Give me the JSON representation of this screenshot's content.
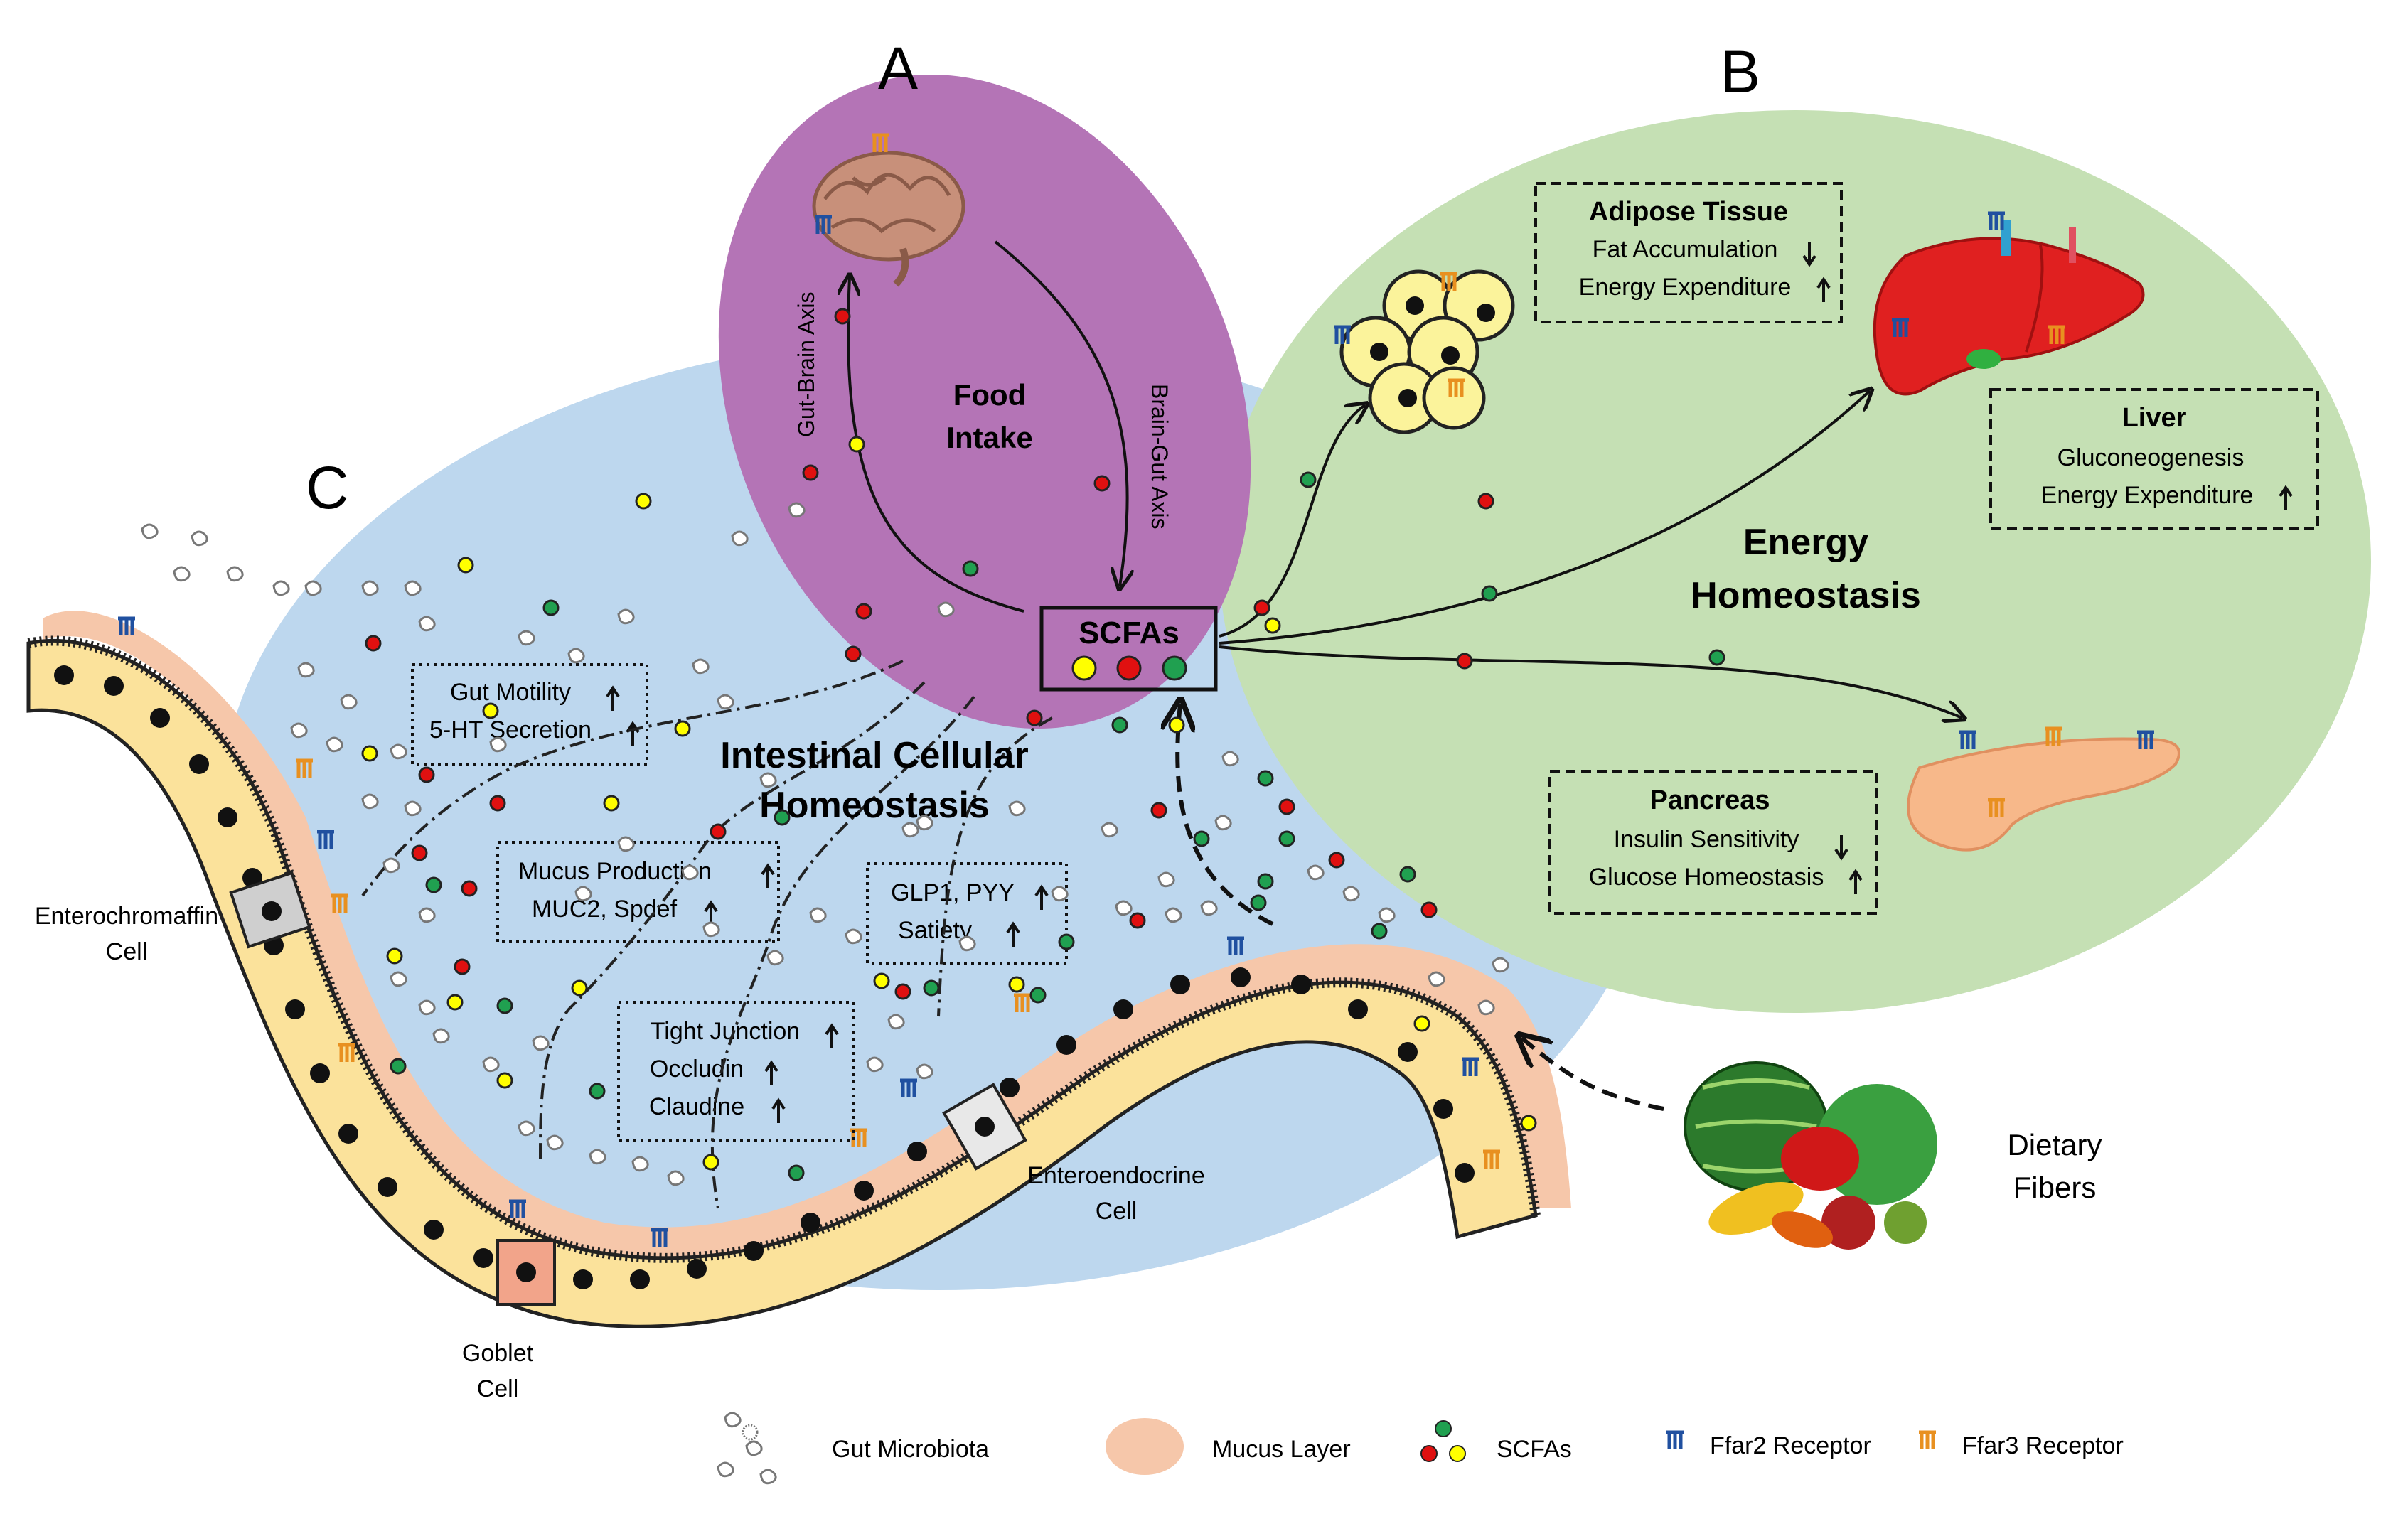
{
  "panels": {
    "a": {
      "letter": "A",
      "title_line1": "Food",
      "title_line2": "Intake",
      "gut_brain_axis": "Gut-Brain Axis",
      "brain_gut_axis": "Brain-Gut Axis"
    },
    "b": {
      "letter": "B",
      "title_line1": "Energy",
      "title_line2": "Homeostasis"
    },
    "c": {
      "letter": "C",
      "title_line1": "Intestinal Cellular",
      "title_line2": "Homeostasis"
    }
  },
  "scfa_box": {
    "label": "SCFAs"
  },
  "organ_boxes": {
    "adipose": {
      "title": "Adipose Tissue",
      "line1": "Fat Accumulation",
      "line2": "Energy Expenditure"
    },
    "liver": {
      "title": "Liver",
      "line1": "Gluconeogenesis",
      "line2": "Energy Expenditure"
    },
    "pancreas": {
      "title": "Pancreas",
      "line1": "Insulin Sensitivity",
      "line2": "Glucose Homeostasis"
    }
  },
  "gut_boxes": {
    "motility": {
      "line1": "Gut Motility",
      "line2": "5-HT Secretion"
    },
    "mucus": {
      "line1": "Mucus Production",
      "line2": "MUC2, Spdef"
    },
    "glp": {
      "line1": "GLP1, PYY",
      "line2": "Satiety"
    },
    "tight": {
      "line1": "Tight Junction",
      "line2": "Occludin",
      "line3": "Claudine"
    }
  },
  "cell_labels": {
    "enterochromaffin_1": "Enterochromaffin",
    "enterochromaffin_2": "Cell",
    "goblet_1": "Goblet",
    "goblet_2": "Cell",
    "enteroendocrine_1": "Enteroendocrine",
    "enteroendocrine_2": "Cell",
    "fibers_1": "Dietary",
    "fibers_2": "Fibers"
  },
  "legend": {
    "microbiota": "Gut Microbiota",
    "mucus": "Mucus Layer",
    "scfas": "SCFAs",
    "ffar2": "Ffar2 Receptor",
    "ffar3": "Ffar3 Receptor"
  },
  "colors": {
    "food_intake_ellipse": "#b474b6",
    "energy_ellipse": "#c5e0b4",
    "intestinal_ellipse": "#bdd7ee",
    "mucus": "#f6c7aa",
    "cell_fill": "#fbe29b",
    "scfa_yellow": "#ffff00",
    "scfa_red": "#e01010",
    "scfa_green": "#20a050",
    "ffar2": "#2050a0",
    "ffar3": "#e89020"
  }
}
